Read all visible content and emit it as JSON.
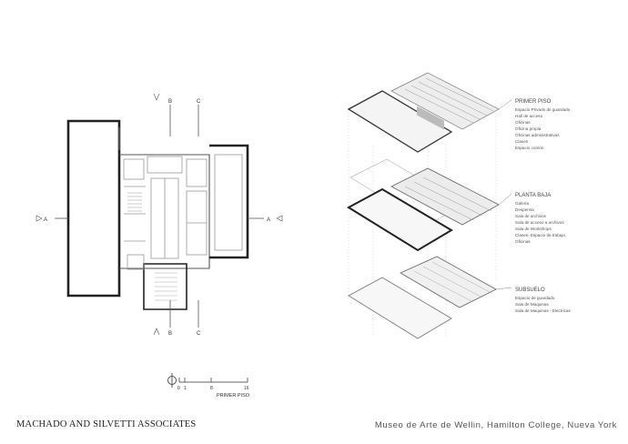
{
  "footer": {
    "firm": "MACHADO AND SILVETTI ASSOCIATES",
    "project": "Museo de Arte de Wellin, Hamilton College, Nueva York"
  },
  "plan": {
    "section_marks": [
      "A",
      "A",
      "B",
      "B",
      "C",
      "C"
    ],
    "scale": {
      "ticks": [
        "0",
        "1",
        "8",
        "16"
      ],
      "title": "PRIMER PISO"
    }
  },
  "legend": {
    "primer_piso": {
      "title": "PRIMER PISO",
      "items": [
        "Espacio Privado de guardado",
        "Hall de acceso",
        "Oficinas",
        "Oficina propia",
        "Oficinas administrativas",
        "Clases",
        "Espacio común"
      ]
    },
    "planta_baja": {
      "title": "PLANTA BAJA",
      "items": [
        "Galería",
        "Despensa",
        "Sala de archivos",
        "Sala de acceso a archivos",
        "Sala de Workshops",
        "Clases- Espacio de trabajo",
        "Oficinas"
      ]
    },
    "subsuelo": {
      "title": "SUBSUELO",
      "items": [
        "Espacio de guardado",
        "Sala de Maquinas",
        "Sala de Maquinas - Electricas"
      ]
    }
  }
}
